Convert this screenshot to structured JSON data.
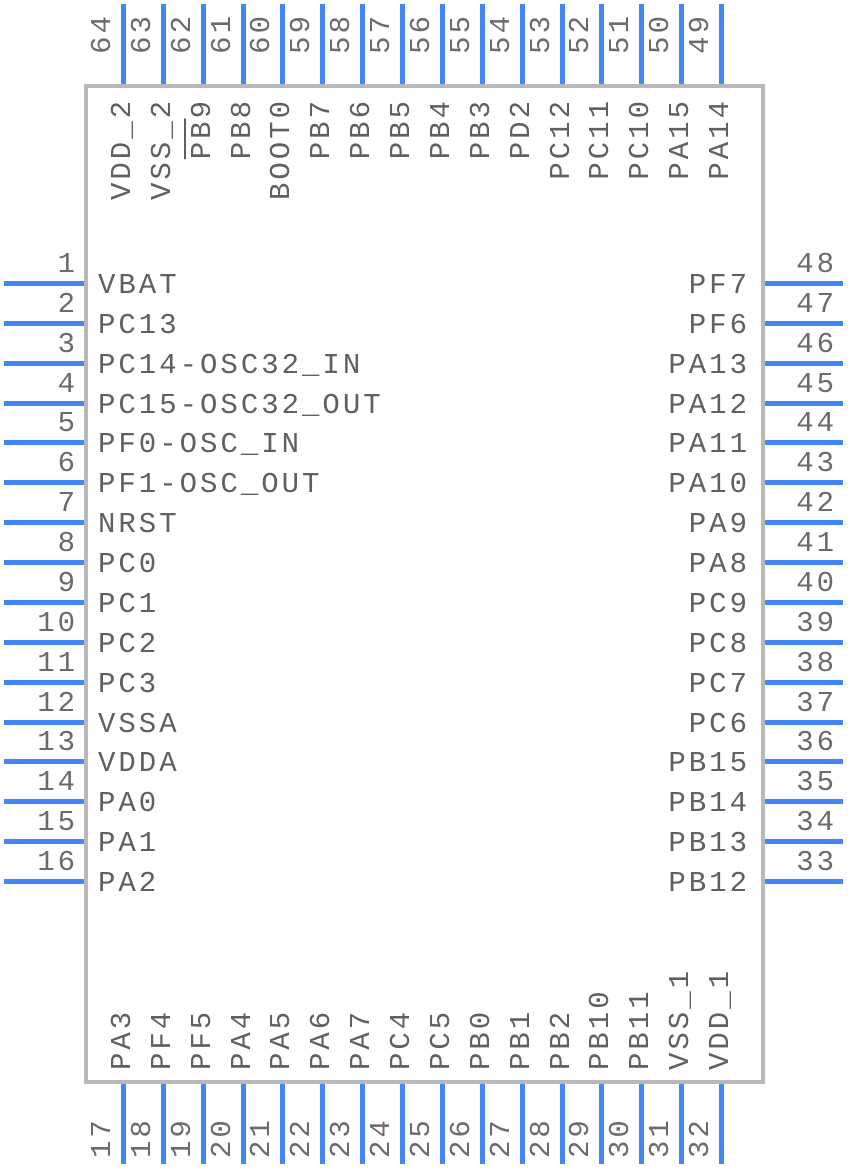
{
  "diagram": {
    "kind": "ic-pinout-symbol",
    "pin_count": 64
  },
  "colors": {
    "background": "#ffffff",
    "body_border": "#b8b8b8",
    "pin_line": "#4285f4",
    "pin_number_text": "#6b6b6b",
    "pin_name_text": "#606060"
  },
  "pins": {
    "left_top_to_bottom": [
      {
        "num": "1",
        "name": "VBAT"
      },
      {
        "num": "2",
        "name": "PC13"
      },
      {
        "num": "3",
        "name": "PC14-OSC32_IN"
      },
      {
        "num": "4",
        "name": "PC15-OSC32_OUT"
      },
      {
        "num": "5",
        "name": "PF0-OSC_IN"
      },
      {
        "num": "6",
        "name": "PF1-OSC_OUT"
      },
      {
        "num": "7",
        "name": "NRST"
      },
      {
        "num": "8",
        "name": "PC0"
      },
      {
        "num": "9",
        "name": "PC1"
      },
      {
        "num": "10",
        "name": "PC2"
      },
      {
        "num": "11",
        "name": "PC3"
      },
      {
        "num": "12",
        "name": "VSSA"
      },
      {
        "num": "13",
        "name": "VDDA"
      },
      {
        "num": "14",
        "name": "PA0"
      },
      {
        "num": "15",
        "name": "PA1"
      },
      {
        "num": "16",
        "name": "PA2"
      }
    ],
    "bottom_left_to_right": [
      {
        "num": "17",
        "name": "PA3"
      },
      {
        "num": "18",
        "name": "PF4"
      },
      {
        "num": "19",
        "name": "PF5"
      },
      {
        "num": "20",
        "name": "PA4"
      },
      {
        "num": "21",
        "name": "PA5"
      },
      {
        "num": "22",
        "name": "PA6"
      },
      {
        "num": "23",
        "name": "PA7"
      },
      {
        "num": "24",
        "name": "PC4"
      },
      {
        "num": "25",
        "name": "PC5"
      },
      {
        "num": "26",
        "name": "PB0"
      },
      {
        "num": "27",
        "name": "PB1"
      },
      {
        "num": "28",
        "name": "PB2"
      },
      {
        "num": "29",
        "name": "PB10"
      },
      {
        "num": "30",
        "name": "PB11"
      },
      {
        "num": "31",
        "name": "VSS_1"
      },
      {
        "num": "32",
        "name": "VDD_1"
      }
    ],
    "right_top_to_bottom": [
      {
        "num": "48",
        "name": "PF7"
      },
      {
        "num": "47",
        "name": "PF6"
      },
      {
        "num": "46",
        "name": "PA13"
      },
      {
        "num": "45",
        "name": "PA12"
      },
      {
        "num": "44",
        "name": "PA11"
      },
      {
        "num": "43",
        "name": "PA10"
      },
      {
        "num": "42",
        "name": "PA9"
      },
      {
        "num": "41",
        "name": "PA8"
      },
      {
        "num": "40",
        "name": "PC9"
      },
      {
        "num": "39",
        "name": "PC8"
      },
      {
        "num": "38",
        "name": "PC7"
      },
      {
        "num": "37",
        "name": "PC6"
      },
      {
        "num": "36",
        "name": "PB15"
      },
      {
        "num": "35",
        "name": "PB14"
      },
      {
        "num": "34",
        "name": "PB13"
      },
      {
        "num": "33",
        "name": "PB12"
      }
    ],
    "top_left_to_right": [
      {
        "num": "64",
        "name": "VDD_2"
      },
      {
        "num": "63",
        "name": "VSS_2"
      },
      {
        "num": "62",
        "name": "PB9",
        "overline_prefix": "PB",
        "name_rest": "9"
      },
      {
        "num": "61",
        "name": "PB8"
      },
      {
        "num": "60",
        "name": "BOOT0"
      },
      {
        "num": "59",
        "name": "PB7"
      },
      {
        "num": "58",
        "name": "PB6"
      },
      {
        "num": "57",
        "name": "PB5"
      },
      {
        "num": "56",
        "name": "PB4"
      },
      {
        "num": "55",
        "name": "PB3"
      },
      {
        "num": "54",
        "name": "PD2"
      },
      {
        "num": "53",
        "name": "PC12"
      },
      {
        "num": "52",
        "name": "PC11"
      },
      {
        "num": "51",
        "name": "PC10"
      },
      {
        "num": "50",
        "name": "PA15"
      },
      {
        "num": "49",
        "name": "PA14"
      }
    ]
  }
}
